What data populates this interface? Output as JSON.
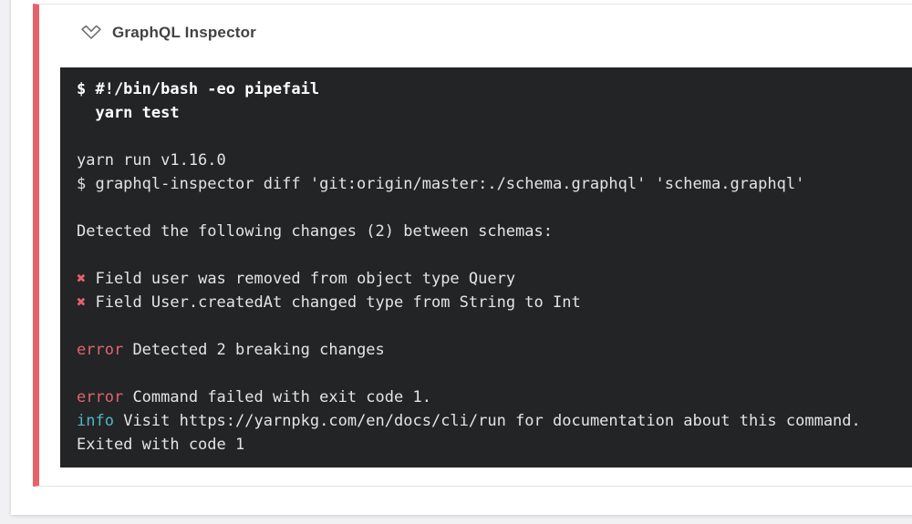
{
  "step": {
    "title": "GraphQL Inspector"
  },
  "icons": {
    "step_toggle": "chevron-down-icon",
    "breaking_change": "cross-mark-icon"
  },
  "colors": {
    "accent_red": "#e5626b",
    "error_text": "#e0646d",
    "info_text": "#50b7c6",
    "terminal_bg": "#232426",
    "terminal_text": "#e4e4e4",
    "command_text": "#ffffff",
    "page_bg": "#f1f1f3",
    "title_text": "#424242"
  },
  "terminal": {
    "lines": [
      {
        "style": "command",
        "text": "$ #!/bin/bash -eo pipefail"
      },
      {
        "style": "command",
        "text": "  yarn test"
      },
      {
        "style": "plain",
        "text": ""
      },
      {
        "style": "plain",
        "text": "yarn run v1.16.0"
      },
      {
        "style": "plain",
        "text": "$ graphql-inspector diff 'git:origin/master:./schema.graphql' 'schema.graphql'"
      },
      {
        "style": "plain",
        "text": ""
      },
      {
        "style": "plain",
        "text": "Detected the following changes (2) between schemas:"
      },
      {
        "style": "plain",
        "text": ""
      },
      {
        "style": "breaking",
        "marker": "✖",
        "text": "Field user was removed from object type Query"
      },
      {
        "style": "breaking",
        "marker": "✖",
        "text": "Field User.createdAt changed type from String to Int"
      },
      {
        "style": "plain",
        "text": ""
      },
      {
        "style": "error",
        "label": "error",
        "text": "Detected 2 breaking changes"
      },
      {
        "style": "plain",
        "text": ""
      },
      {
        "style": "error",
        "label": "error",
        "text": "Command failed with exit code 1."
      },
      {
        "style": "info",
        "label": "info",
        "text": "Visit https://yarnpkg.com/en/docs/cli/run for documentation about this command."
      },
      {
        "style": "plain",
        "text": "Exited with code 1"
      }
    ]
  }
}
